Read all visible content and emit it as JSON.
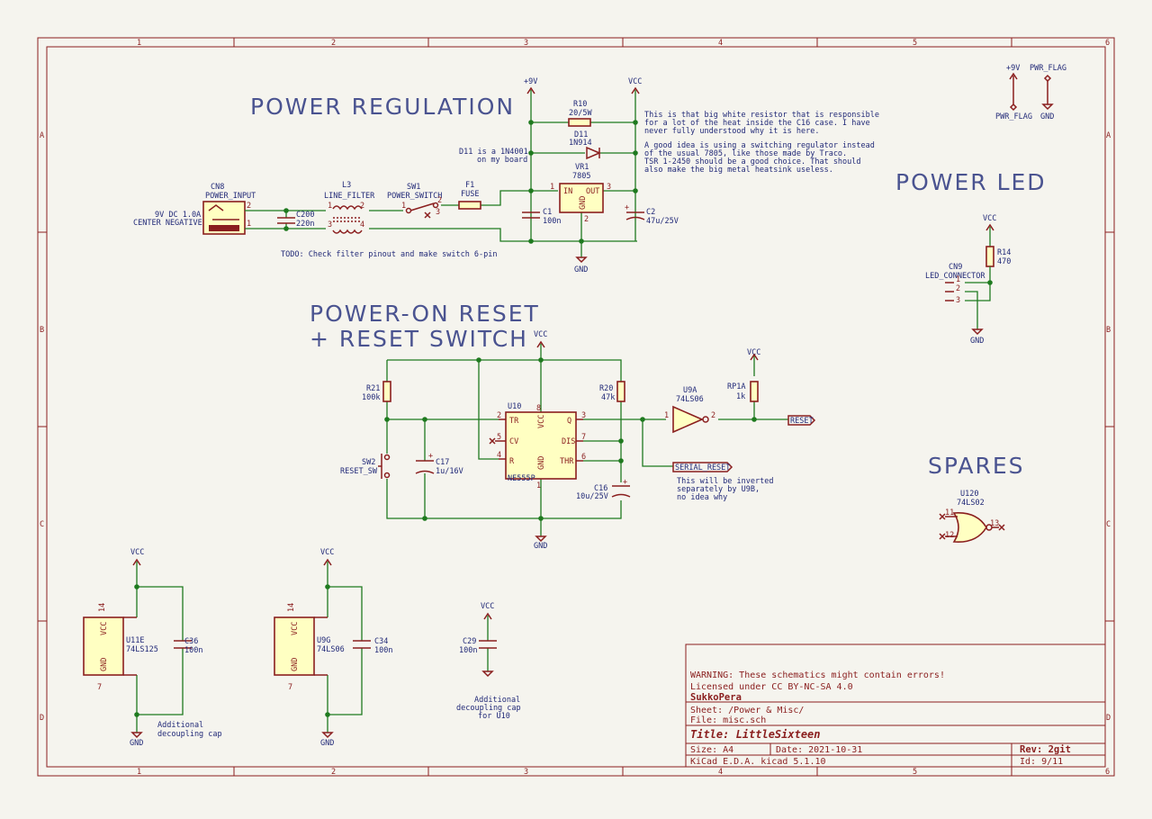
{
  "frame": {
    "cols": [
      "1",
      "2",
      "3",
      "4",
      "5",
      "6"
    ],
    "rows": [
      "A",
      "B",
      "C",
      "D"
    ]
  },
  "sections": {
    "power_regulation": "POWER REGULATION",
    "power_led": "POWER LED",
    "reset_line1": "POWER-ON RESET",
    "reset_line2": "+ RESET SWITCH",
    "spares": "SPARES"
  },
  "power_flags": {
    "plus9v": "+9V",
    "pwr_flag": "PWR_FLAG",
    "pwr_flag_bottom": "PWR_FLAG",
    "gnd": "GND"
  },
  "power_reg": {
    "cn8_ref": "CN8",
    "cn8_val": "POWER_INPUT",
    "jack_line1": "9V DC 1.0A",
    "jack_line2": "CENTER NEGATIVE",
    "pin2": "2",
    "pin1": "1",
    "c200_ref": "C200",
    "c200_val": "220n",
    "l3_ref": "L3",
    "l3_val": "LINE_FILTER",
    "l3_p1": "1",
    "l3_p2": "2",
    "l3_p3": "3",
    "l3_p4": "4",
    "sw1_ref": "SW1",
    "sw1_val": "POWER_SWITCH",
    "sw1_p1": "1",
    "sw1_p2": "2",
    "sw1_p3": "3",
    "f1_ref": "F1",
    "f1_val": "FUSE",
    "d11_note1": "D11 is a 1N4001",
    "d11_note2": "on my board",
    "plus9v": "+9V",
    "vcc": "VCC",
    "r10_ref": "R10",
    "r10_val": "20/5W",
    "d11_ref": "D11",
    "d11_val": "1N914",
    "vr1_ref": "VR1",
    "vr1_val": "7805",
    "vr1_in": "IN",
    "vr1_out": "OUT",
    "vr1_gnd": "GND",
    "vr1_p1": "1",
    "vr1_p2": "2",
    "vr1_p3": "3",
    "c1_ref": "C1",
    "c1_val": "100n",
    "c2_ref": "C2",
    "c2_val": "47u/25V",
    "gnd": "GND",
    "todo": "TODO: Check filter pinout and make switch 6-pin",
    "note1": "This is that big white resistor that is responsible",
    "note2": "for a lot of the heat inside the C16 case. I have",
    "note3": "never fully understood why it is here.",
    "note4": "A good idea is using a switching regulator instead",
    "note5": "of the usual 7805, like those made by Traco.",
    "note6": "TSR 1-2450 should be a good choice. That should",
    "note7": "also make the big metal heatsink useless."
  },
  "power_led": {
    "vcc": "VCC",
    "r14_ref": "R14",
    "r14_val": "470",
    "cn9_ref": "CN9",
    "cn9_val": "LED_CONNECTOR",
    "p1": "1",
    "p2": "2",
    "p3": "3",
    "gnd": "GND"
  },
  "reset": {
    "vcc": "VCC",
    "r21_ref": "R21",
    "r21_val": "100k",
    "sw2_ref": "SW2",
    "sw2_val": "RESET_SW",
    "c17_ref": "C17",
    "c17_val": "1u/16V",
    "u10_ref": "U10",
    "u10_val": "NE555P",
    "u10_tr": "TR",
    "u10_cv": "CV",
    "u10_r": "R",
    "u10_vcc": "VCC",
    "u10_gnd": "GND",
    "u10_q": "Q",
    "u10_dis": "DIS",
    "u10_thr": "THR",
    "u10_p1": "1",
    "u10_p2": "2",
    "u10_p3": "3",
    "u10_p4": "4",
    "u10_p5": "5",
    "u10_p6": "6",
    "u10_p7": "7",
    "u10_p8": "8",
    "r20_ref": "R20",
    "r20_val": "47k",
    "c16_ref": "C16",
    "c16_val": "10u/25V",
    "gnd": "GND",
    "u9a_ref": "U9A",
    "u9a_val": "74LS06",
    "u9a_p1": "1",
    "u9a_p2": "2",
    "rp1a_ref": "RP1A",
    "rp1a_val": "1k",
    "vcc2": "VCC",
    "reset_label": "RESET",
    "serial_reset": "SERIAL_RESET",
    "note1": "This will be inverted",
    "note2": "separately by U9B,",
    "note3": "no idea why"
  },
  "spares": {
    "u120_ref": "U120",
    "u120_val": "74LS02",
    "p11": "11",
    "p12": "12",
    "p13": "13"
  },
  "decoupling": {
    "vcc_a": "VCC",
    "vcc_b": "VCC",
    "vcc_c": "VCC",
    "gnd_a": "GND",
    "gnd_b": "GND",
    "u11e_ref": "U11E",
    "u11e_val": "74LS125",
    "u9g_ref": "U9G",
    "u9g_val": "74LS06",
    "c36_ref": "C36",
    "c36_val": "100n",
    "c34_ref": "C34",
    "c34_val": "100n",
    "c29_ref": "C29",
    "c29_val": "100n",
    "p14": "14",
    "p7": "7",
    "vcc_pin": "VCC",
    "gnd_pin": "GND",
    "add_note1": "Additional",
    "add_note2": "decoupling cap",
    "u10_note1": "Additional",
    "u10_note2": "decoupling cap",
    "u10_note3": "for U10"
  },
  "title_block": {
    "warning": "WARNING: These schematics might contain errors!",
    "license": "Licensed under CC BY-NC-SA 4.0",
    "author": "SukkoPera",
    "sheet": "Sheet: /Power & Misc/",
    "file": "File: misc.sch",
    "title": "Title:  LittleSixteen",
    "size": "Size: A4",
    "date": "Date: 2021-10-31",
    "rev": "Rev: 2git",
    "kicad": "KiCad E.D.A.  kicad 5.1.10",
    "id": "Id: 9/11"
  },
  "colors": {
    "wire": "#1f7a1f",
    "part": "#8a1e1e",
    "part_fill": "#ffffc2",
    "text": "#222a78",
    "background": "#f5f4ee"
  }
}
